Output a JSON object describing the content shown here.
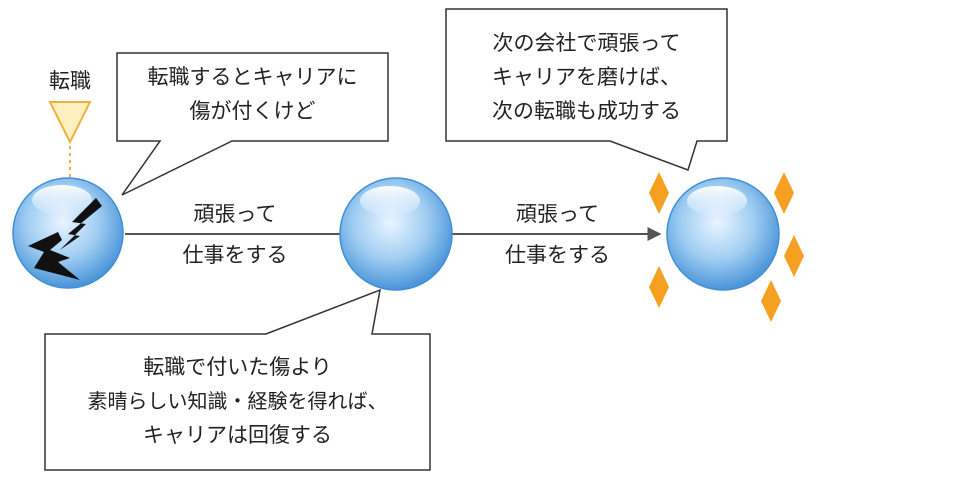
{
  "marker": {
    "label": "転職"
  },
  "bubbles": {
    "top_left": {
      "lines": [
        "転職するとキャリアに",
        "傷が付くけど"
      ]
    },
    "top_right": {
      "lines": [
        "次の会社で頑張って",
        "キャリアを磨けば、",
        "次の転職も成功する"
      ]
    },
    "bottom": {
      "lines": [
        "転職で付いた傷より",
        "素晴らしい知識・経験を得れば、",
        "キャリアは回復する"
      ]
    }
  },
  "arrows": {
    "first": {
      "lines": [
        "頑張って",
        "仕事をする"
      ]
    },
    "second": {
      "lines": [
        "頑張って",
        "仕事をする"
      ]
    }
  },
  "colors": {
    "marker_fill": "#fff0c0",
    "marker_stroke": "#f0b040",
    "sphere_edge": "#3f8fd6",
    "sparkle": "#f5a020",
    "line": "#555555",
    "lightning": "#111111"
  }
}
